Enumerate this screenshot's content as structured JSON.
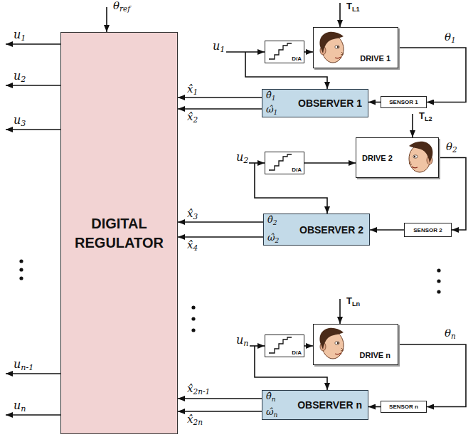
{
  "diagram": {
    "nodes": [
      {
        "text": [
          "DIGITAL REGULATOR"
        ]
      },
      {
        "text": [
          "D/A"
        ]
      },
      {
        "text": [
          "DRIVE 1"
        ]
      },
      {
        "text": [
          "OBSERVER 1",
          "θ̂1",
          "ω̂1"
        ]
      },
      {
        "text": [
          "SENSOR 1"
        ]
      },
      {
        "text": [
          "D/A"
        ]
      },
      {
        "text": [
          "DRIVE 2"
        ]
      },
      {
        "text": [
          "OBSERVER 2",
          "θ̂2",
          "ω̂2"
        ]
      },
      {
        "text": [
          "SENSOR 2"
        ]
      },
      {
        "text": [
          "D/A"
        ]
      },
      {
        "text": [
          "DRIVE n"
        ]
      },
      {
        "text": [
          "OBSERVER n",
          "θ̂n",
          "ω̂n"
        ]
      },
      {
        "text": [
          "SENSOR n"
        ]
      }
    ],
    "edges": [
      {
        "from": 1,
        "to": 2,
        "arrow": "to"
      },
      {
        "from": 2,
        "to": 4,
        "arrow": "to",
        "label": "θ1"
      },
      {
        "from": 4,
        "to": 3,
        "arrow": "to"
      },
      {
        "from": 3,
        "to": 0,
        "arrow": "to",
        "label": "x̂1"
      },
      {
        "from": 3,
        "to": 0,
        "arrow": "to",
        "label": "x̂2"
      },
      {
        "from": 5,
        "to": 6,
        "arrow": "to"
      },
      {
        "from": 6,
        "to": 8,
        "arrow": "to",
        "label": "θ2"
      },
      {
        "from": 8,
        "to": 7,
        "arrow": "to"
      },
      {
        "from": 7,
        "to": 0,
        "arrow": "to",
        "label": "x̂3"
      },
      {
        "from": 7,
        "to": 0,
        "arrow": "to",
        "label": "x̂4"
      },
      {
        "from": 9,
        "to": 10,
        "arrow": "to"
      },
      {
        "from": 10,
        "to": 12,
        "arrow": "to",
        "label": "θn"
      },
      {
        "from": 12,
        "to": 11,
        "arrow": "to"
      },
      {
        "from": 11,
        "to": 0,
        "arrow": "to",
        "label": "x̂2n-1"
      },
      {
        "from": 11,
        "to": 0,
        "arrow": "to",
        "label": "x̂2n"
      }
    ],
    "labels": [
      "θref",
      "u1",
      "u2",
      "u3",
      "un-1",
      "un",
      "u1",
      "TL1",
      "u2",
      "TL2",
      "un",
      "TLn"
    ]
  }
}
